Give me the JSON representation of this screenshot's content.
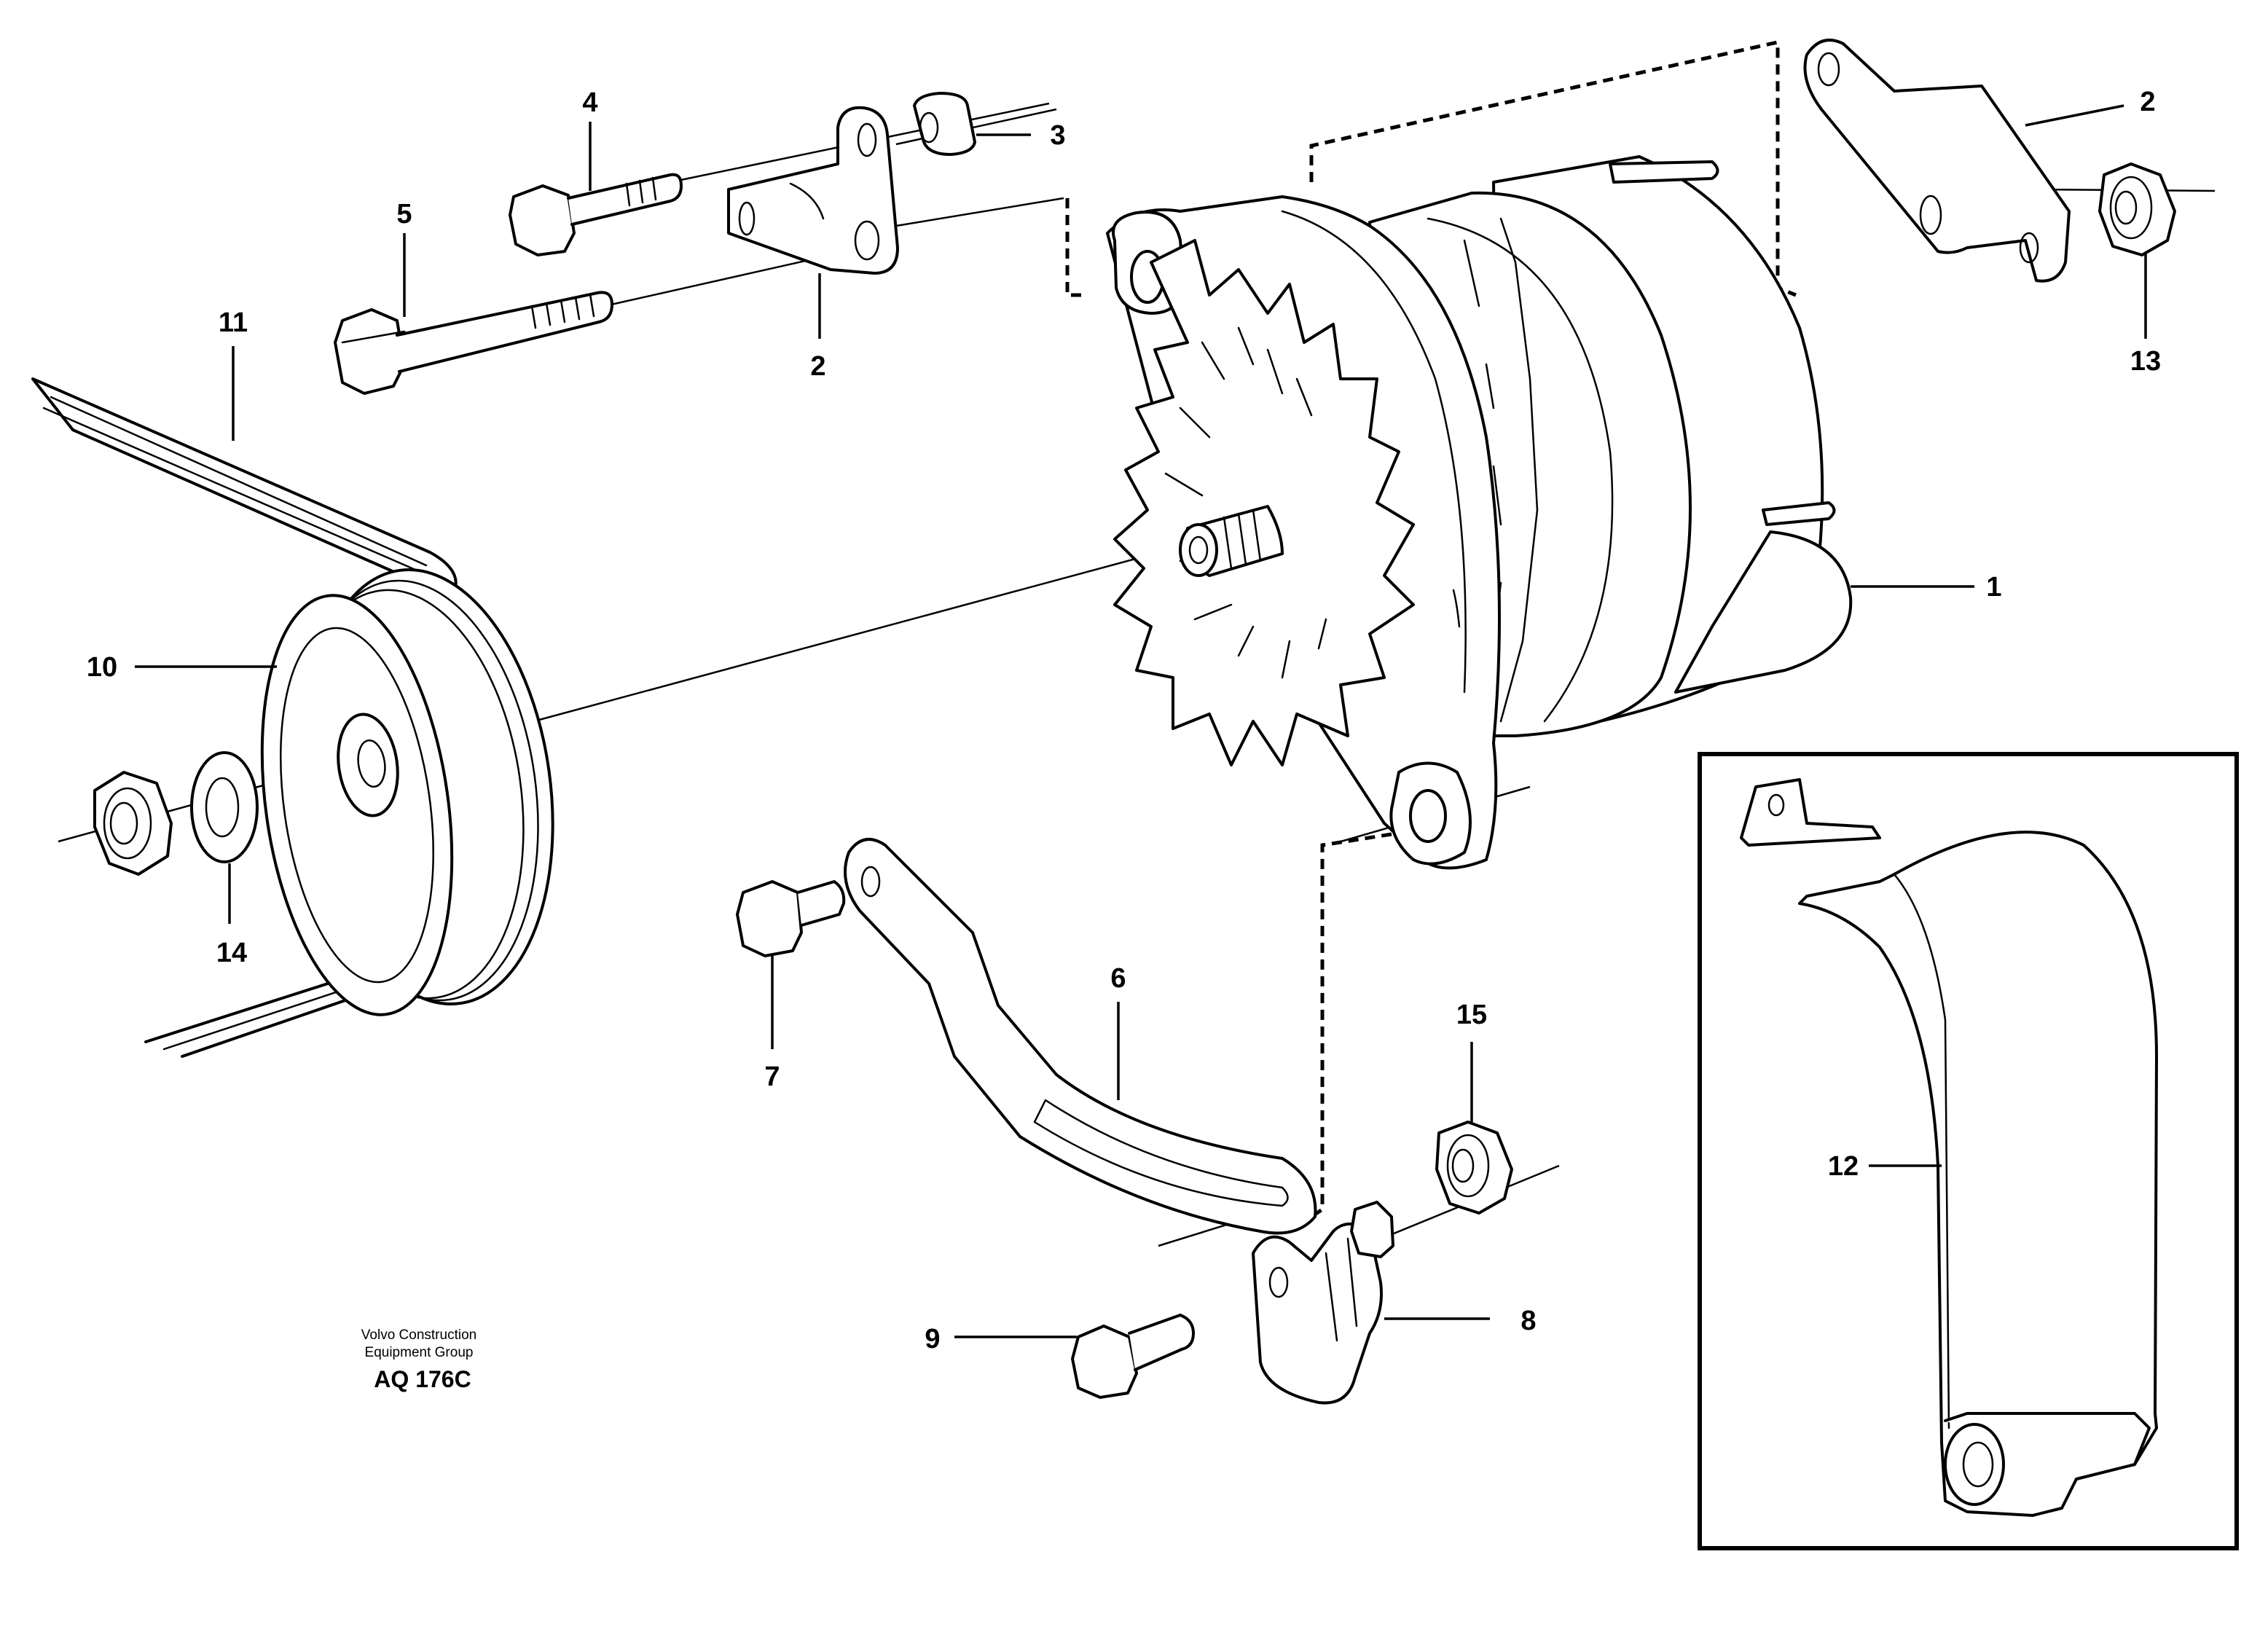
{
  "callouts": {
    "c1": "1",
    "c2a": "2",
    "c2b": "2",
    "c3": "3",
    "c4": "4",
    "c5": "5",
    "c6": "6",
    "c7": "7",
    "c8": "8",
    "c9": "9",
    "c10": "10",
    "c11": "11",
    "c12": "12",
    "c13": "13",
    "c14": "14",
    "c15": "15"
  },
  "footer": {
    "line1": "Volvo Construction",
    "line2": "Equipment Group",
    "code": "AQ 176C"
  }
}
